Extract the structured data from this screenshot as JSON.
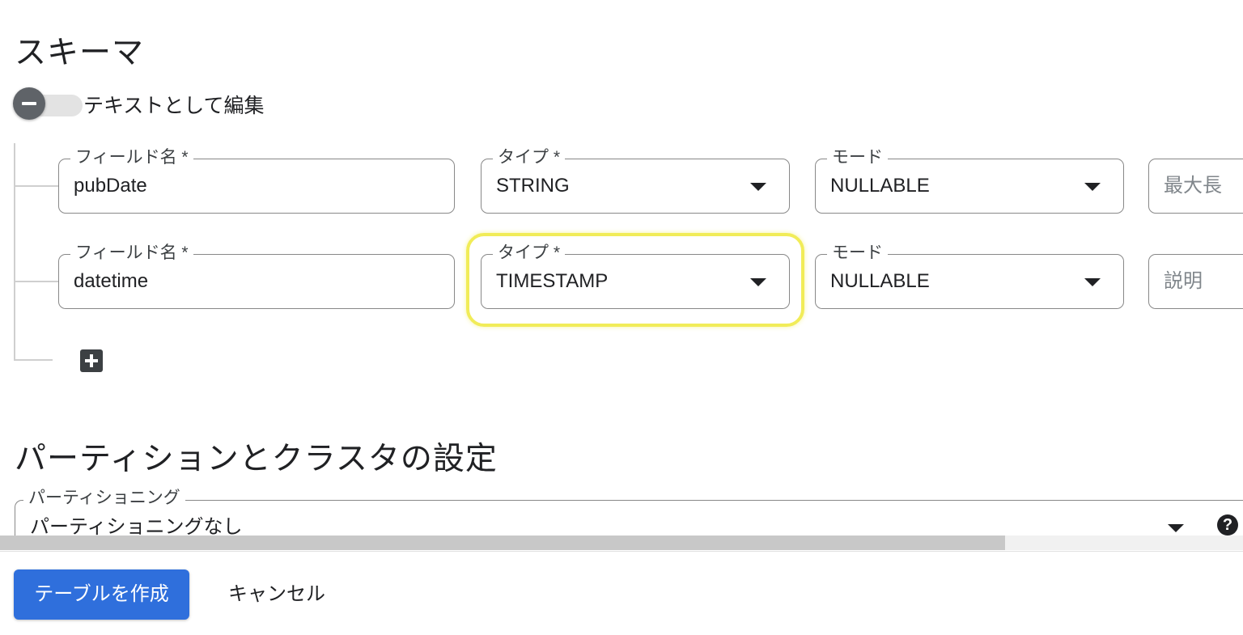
{
  "schema": {
    "title": "スキーマ",
    "edit_as_text_label": "テキストとして編集",
    "rows": [
      {
        "field_name_label": "フィールド名 *",
        "field_name_value": "pubDate",
        "type_label": "タイプ *",
        "type_value": "STRING",
        "mode_label": "モード",
        "mode_value": "NULLABLE",
        "extra_placeholder": "最大長"
      },
      {
        "field_name_label": "フィールド名 *",
        "field_name_value": "datetime",
        "type_label": "タイプ *",
        "type_value": "TIMESTAMP",
        "mode_label": "モード",
        "mode_value": "NULLABLE",
        "extra_placeholder": "説明"
      }
    ],
    "add_field_icon": "plus-box-icon"
  },
  "partition": {
    "title": "パーティションとクラスタの設定",
    "partitioning_label": "パーティショニング",
    "partitioning_value": "パーティショニングなし",
    "help_icon": "?"
  },
  "footer": {
    "create_label": "テーブルを作成",
    "cancel_label": "キャンセル"
  },
  "colors": {
    "primary": "#2f6fdc",
    "highlight": "#f1ec58",
    "toggle_thumb": "#5f6368"
  }
}
